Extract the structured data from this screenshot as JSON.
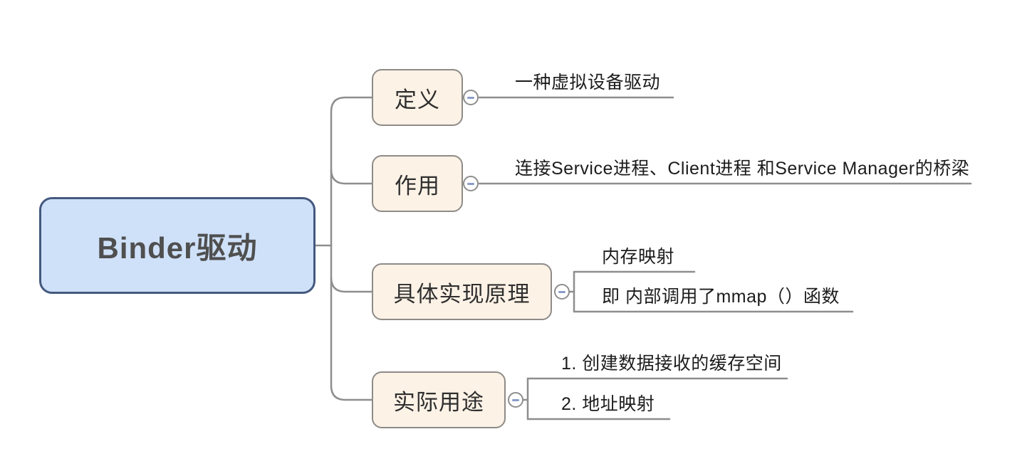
{
  "mindmap": {
    "root": {
      "label": "Binder驱动"
    },
    "branches": [
      {
        "label": "定义",
        "collapse_icon": "minus",
        "children": [
          {
            "label": "一种虚拟设备驱动"
          }
        ]
      },
      {
        "label": "作用",
        "collapse_icon": "minus",
        "children": [
          {
            "label": "连接Service进程、Client进程 和Service Manager的桥梁"
          }
        ]
      },
      {
        "label": "具体实现原理",
        "collapse_icon": "minus",
        "children": [
          {
            "label": "内存映射"
          },
          {
            "label": "即 内部调用了mmap（）函数"
          }
        ]
      },
      {
        "label": "实际用途",
        "collapse_icon": "minus",
        "children": [
          {
            "label": "1. 创建数据接收的缓存空间"
          },
          {
            "label": "2. 地址映射"
          }
        ]
      }
    ]
  },
  "colors": {
    "root-fill": "#cfe1f9",
    "root-border": "#44597e",
    "root-text": "#4f4f4f",
    "branch-fill": "#fdf2e6",
    "branch-border": "#8e8b88",
    "branch-text": "#2f2f2f",
    "leaf-text": "#1c1c1c",
    "line": "#8e8e8e",
    "collapse-minus": "#8a9cc9"
  }
}
